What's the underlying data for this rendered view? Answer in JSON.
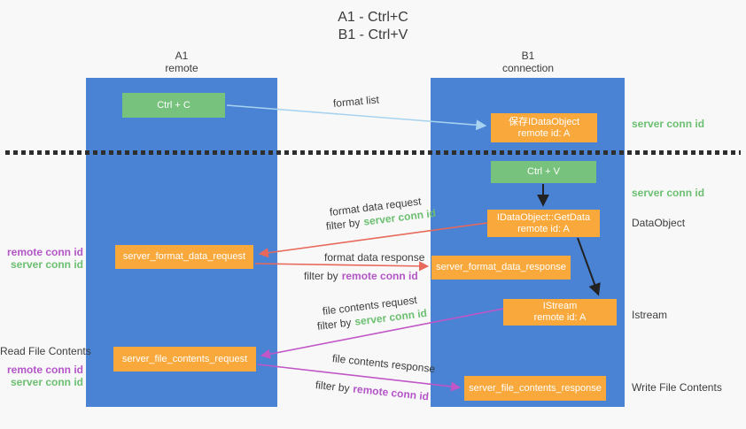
{
  "title": {
    "line1": "A1 - Ctrl+C",
    "line2": "B1 - Ctrl+V"
  },
  "columns": {
    "a1": {
      "name": "A1",
      "subtitle": "remote"
    },
    "b1": {
      "name": "B1",
      "subtitle": "connection"
    }
  },
  "nodes": {
    "ctrl_c": {
      "label": "Ctrl + C"
    },
    "ctrl_v": {
      "label": "Ctrl + V"
    },
    "save_dataobject": {
      "line1": "保存IDataObject",
      "line2": "remote id: A"
    },
    "getdata": {
      "line1": "IDataObject::GetData",
      "line2": "remote id: A"
    },
    "istream": {
      "line1": "IStream",
      "line2": "remote id: A"
    },
    "format_request": {
      "label": "server_format_data_request"
    },
    "format_response": {
      "label": "server_format_data_response"
    },
    "file_request": {
      "label": "server_file_contents_request"
    },
    "file_response": {
      "label": "server_file_contents_response"
    }
  },
  "edge_labels": {
    "format_list": "format list",
    "format_data_request": "format data request",
    "format_data_response": "format data response",
    "file_contents_request": "file contents request",
    "file_contents_response": "file contents response",
    "filter_by": "filter by",
    "server_conn_id": "server conn id",
    "remote_conn_id": "remote conn id"
  },
  "side_labels": {
    "remote_conn_id": "remote conn id",
    "server_conn_id": "server conn id",
    "read_file_contents": "Read File Contents",
    "dataobject": "DataObject",
    "istream": "Istream",
    "write_file_contents": "Write File Contents"
  },
  "colors": {
    "lifeline_blue": "#4a82d4",
    "node_green": "#77c27c",
    "node_orange": "#f9a83c",
    "arrow_blue": "#a7d3f0",
    "arrow_black": "#222222",
    "arrow_red": "#e8695b",
    "arrow_magenta": "#c156c6",
    "text_green": "#6cbf70",
    "text_purple": "#b455c8",
    "text_dark": "#3d3d3d"
  }
}
